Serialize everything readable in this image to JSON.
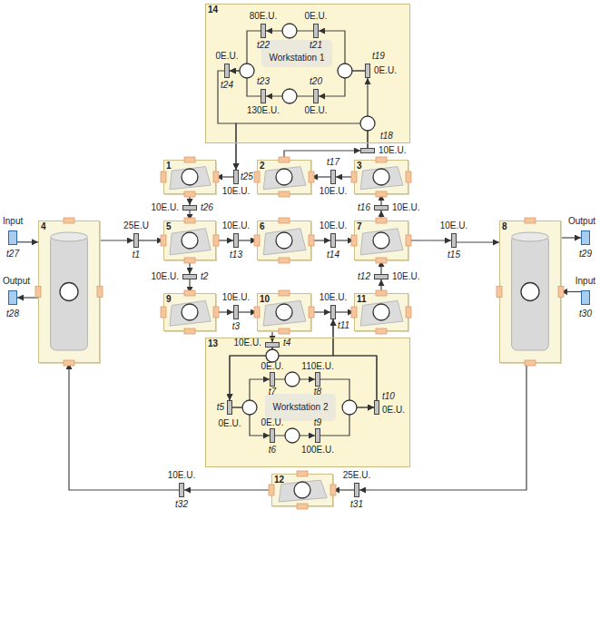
{
  "diagram": {
    "nodes": [
      {
        "text": [
          "14"
        ]
      },
      {
        "text": [
          "t19",
          "0E.U."
        ],
        "in": 0
      },
      {
        "text": [
          "t20",
          "0E.U."
        ],
        "in": 0
      },
      {
        "text": [
          "t21",
          "0E.U."
        ],
        "in": 0
      },
      {
        "text": [
          "t22",
          "80E.U."
        ],
        "in": 0
      },
      {
        "text": [
          "t23",
          "130E.U."
        ],
        "in": 0
      },
      {
        "text": [
          "t24",
          "0E.U."
        ],
        "in": 0
      },
      {
        "text": [
          "1"
        ]
      },
      {
        "text": [
          "2"
        ]
      },
      {
        "text": [
          "3"
        ]
      },
      {
        "text": [
          "t25",
          "10E.U."
        ]
      },
      {
        "text": [
          "t17",
          "10E.U."
        ]
      },
      {
        "text": [
          "t18",
          "10E.U."
        ]
      },
      {
        "text": [
          "t26",
          "10E.U."
        ]
      },
      {
        "text": [
          "t16",
          "10E.U."
        ]
      },
      {
        "text": [
          "Input",
          "t27"
        ]
      },
      {
        "text": [
          "Output",
          "t28"
        ]
      },
      {
        "text": [
          "4"
        ]
      },
      {
        "text": [
          "t1",
          "25E.U"
        ]
      },
      {
        "text": [
          "5"
        ]
      },
      {
        "text": [
          "t13",
          "10E.U."
        ]
      },
      {
        "text": [
          "6"
        ]
      },
      {
        "text": [
          "t14",
          "10E.U."
        ]
      },
      {
        "text": [
          "7"
        ]
      },
      {
        "text": [
          "t15",
          "10E.U."
        ]
      },
      {
        "text": [
          "8"
        ]
      },
      {
        "text": [
          "Output",
          "t29"
        ]
      },
      {
        "text": [
          "Input",
          "t30"
        ]
      },
      {
        "text": [
          "t2",
          "10E.U."
        ]
      },
      {
        "text": [
          "t12",
          "10E.U."
        ]
      },
      {
        "text": [
          "9"
        ]
      },
      {
        "text": [
          "t3",
          "10E.U."
        ]
      },
      {
        "text": [
          "10"
        ]
      },
      {
        "text": [
          "t11",
          "10E.U."
        ]
      },
      {
        "text": [
          "11"
        ]
      },
      {
        "text": [
          "t4",
          "10E.U."
        ]
      },
      {
        "text": [
          "13"
        ]
      },
      {
        "text": [
          "t5",
          "0E.U."
        ],
        "in": 36
      },
      {
        "text": [
          "t6",
          "0E.U."
        ],
        "in": 36
      },
      {
        "text": [
          "t7",
          "0E.U."
        ],
        "in": 36
      },
      {
        "text": [
          "t8",
          "110E.U."
        ],
        "in": 36
      },
      {
        "text": [
          "t9",
          "100E.U."
        ],
        "in": 36
      },
      {
        "text": [
          "t10",
          "0E.U."
        ],
        "in": 36
      },
      {
        "text": [
          "12"
        ]
      },
      {
        "text": [
          "t31",
          "25E.U."
        ]
      },
      {
        "text": [
          "t32",
          "10E.U."
        ]
      }
    ],
    "edges": [
      {
        "from": 15,
        "to": 17,
        "arrow": "to"
      },
      {
        "from": 17,
        "to": 16,
        "arrow": "to"
      },
      {
        "from": 17,
        "to": 18,
        "arrow": "to"
      },
      {
        "from": 18,
        "to": 19,
        "arrow": "to"
      },
      {
        "from": 19,
        "to": 20,
        "arrow": "to"
      },
      {
        "from": 20,
        "to": 21,
        "arrow": "to"
      },
      {
        "from": 21,
        "to": 22,
        "arrow": "to"
      },
      {
        "from": 22,
        "to": 23,
        "arrow": "to"
      },
      {
        "from": 23,
        "to": 24,
        "arrow": "to"
      },
      {
        "from": 24,
        "to": 25,
        "arrow": "to"
      },
      {
        "from": 25,
        "to": 26,
        "arrow": "to"
      },
      {
        "from": 27,
        "to": 25,
        "arrow": "to"
      },
      {
        "from": 19,
        "to": 28,
        "arrow": "to"
      },
      {
        "from": 28,
        "to": 30,
        "arrow": "to"
      },
      {
        "from": 30,
        "to": 31,
        "arrow": "to"
      },
      {
        "from": 31,
        "to": 32,
        "arrow": "to"
      },
      {
        "from": 32,
        "to": 33,
        "arrow": "to"
      },
      {
        "from": 33,
        "to": 34,
        "arrow": "to"
      },
      {
        "from": 34,
        "to": 29,
        "arrow": "to"
      },
      {
        "from": 29,
        "to": 23,
        "arrow": "to"
      },
      {
        "from": 23,
        "to": 14,
        "arrow": "to"
      },
      {
        "from": 14,
        "to": 9,
        "arrow": "to"
      },
      {
        "from": 9,
        "to": 11,
        "arrow": "to"
      },
      {
        "from": 11,
        "to": 8,
        "arrow": "to"
      },
      {
        "from": 8,
        "to": 12,
        "arrow": "to"
      },
      {
        "from": 12,
        "to": 1,
        "arrow": "to"
      },
      {
        "from": 12,
        "to": 10,
        "arrow": "to"
      },
      {
        "from": 1,
        "to": 3,
        "arrow": "to"
      },
      {
        "from": 1,
        "to": 2,
        "arrow": "to"
      },
      {
        "from": 3,
        "to": 4,
        "arrow": "to"
      },
      {
        "from": 2,
        "to": 5,
        "arrow": "to"
      },
      {
        "from": 4,
        "to": 6,
        "arrow": "to"
      },
      {
        "from": 5,
        "to": 6,
        "arrow": "to"
      },
      {
        "from": 6,
        "to": 10,
        "arrow": "to"
      },
      {
        "from": 10,
        "to": 7,
        "arrow": "to"
      },
      {
        "from": 7,
        "to": 13,
        "arrow": "to"
      },
      {
        "from": 13,
        "to": 19,
        "arrow": "to"
      },
      {
        "from": 32,
        "to": 35,
        "arrow": "to"
      },
      {
        "from": 35,
        "to": 37,
        "arrow": "to"
      },
      {
        "from": 35,
        "to": 33,
        "arrow": "to"
      },
      {
        "from": 42,
        "to": 33,
        "arrow": "to"
      },
      {
        "from": 42,
        "to": 37,
        "arrow": "to"
      },
      {
        "from": 37,
        "to": 39,
        "arrow": "to"
      },
      {
        "from": 37,
        "to": 38,
        "arrow": "to"
      },
      {
        "from": 39,
        "to": 40,
        "arrow": "to"
      },
      {
        "from": 38,
        "to": 41,
        "arrow": "to"
      },
      {
        "from": 40,
        "to": 42,
        "arrow": "to"
      },
      {
        "from": 41,
        "to": 42,
        "arrow": "to"
      },
      {
        "from": 25,
        "to": 44,
        "arrow": "to"
      },
      {
        "from": 44,
        "to": 43,
        "arrow": "to"
      },
      {
        "from": 43,
        "to": 45,
        "arrow": "to"
      },
      {
        "from": 45,
        "to": 17,
        "arrow": "to"
      }
    ],
    "labels": [
      "Workstation 1",
      "Workstation 2"
    ]
  }
}
